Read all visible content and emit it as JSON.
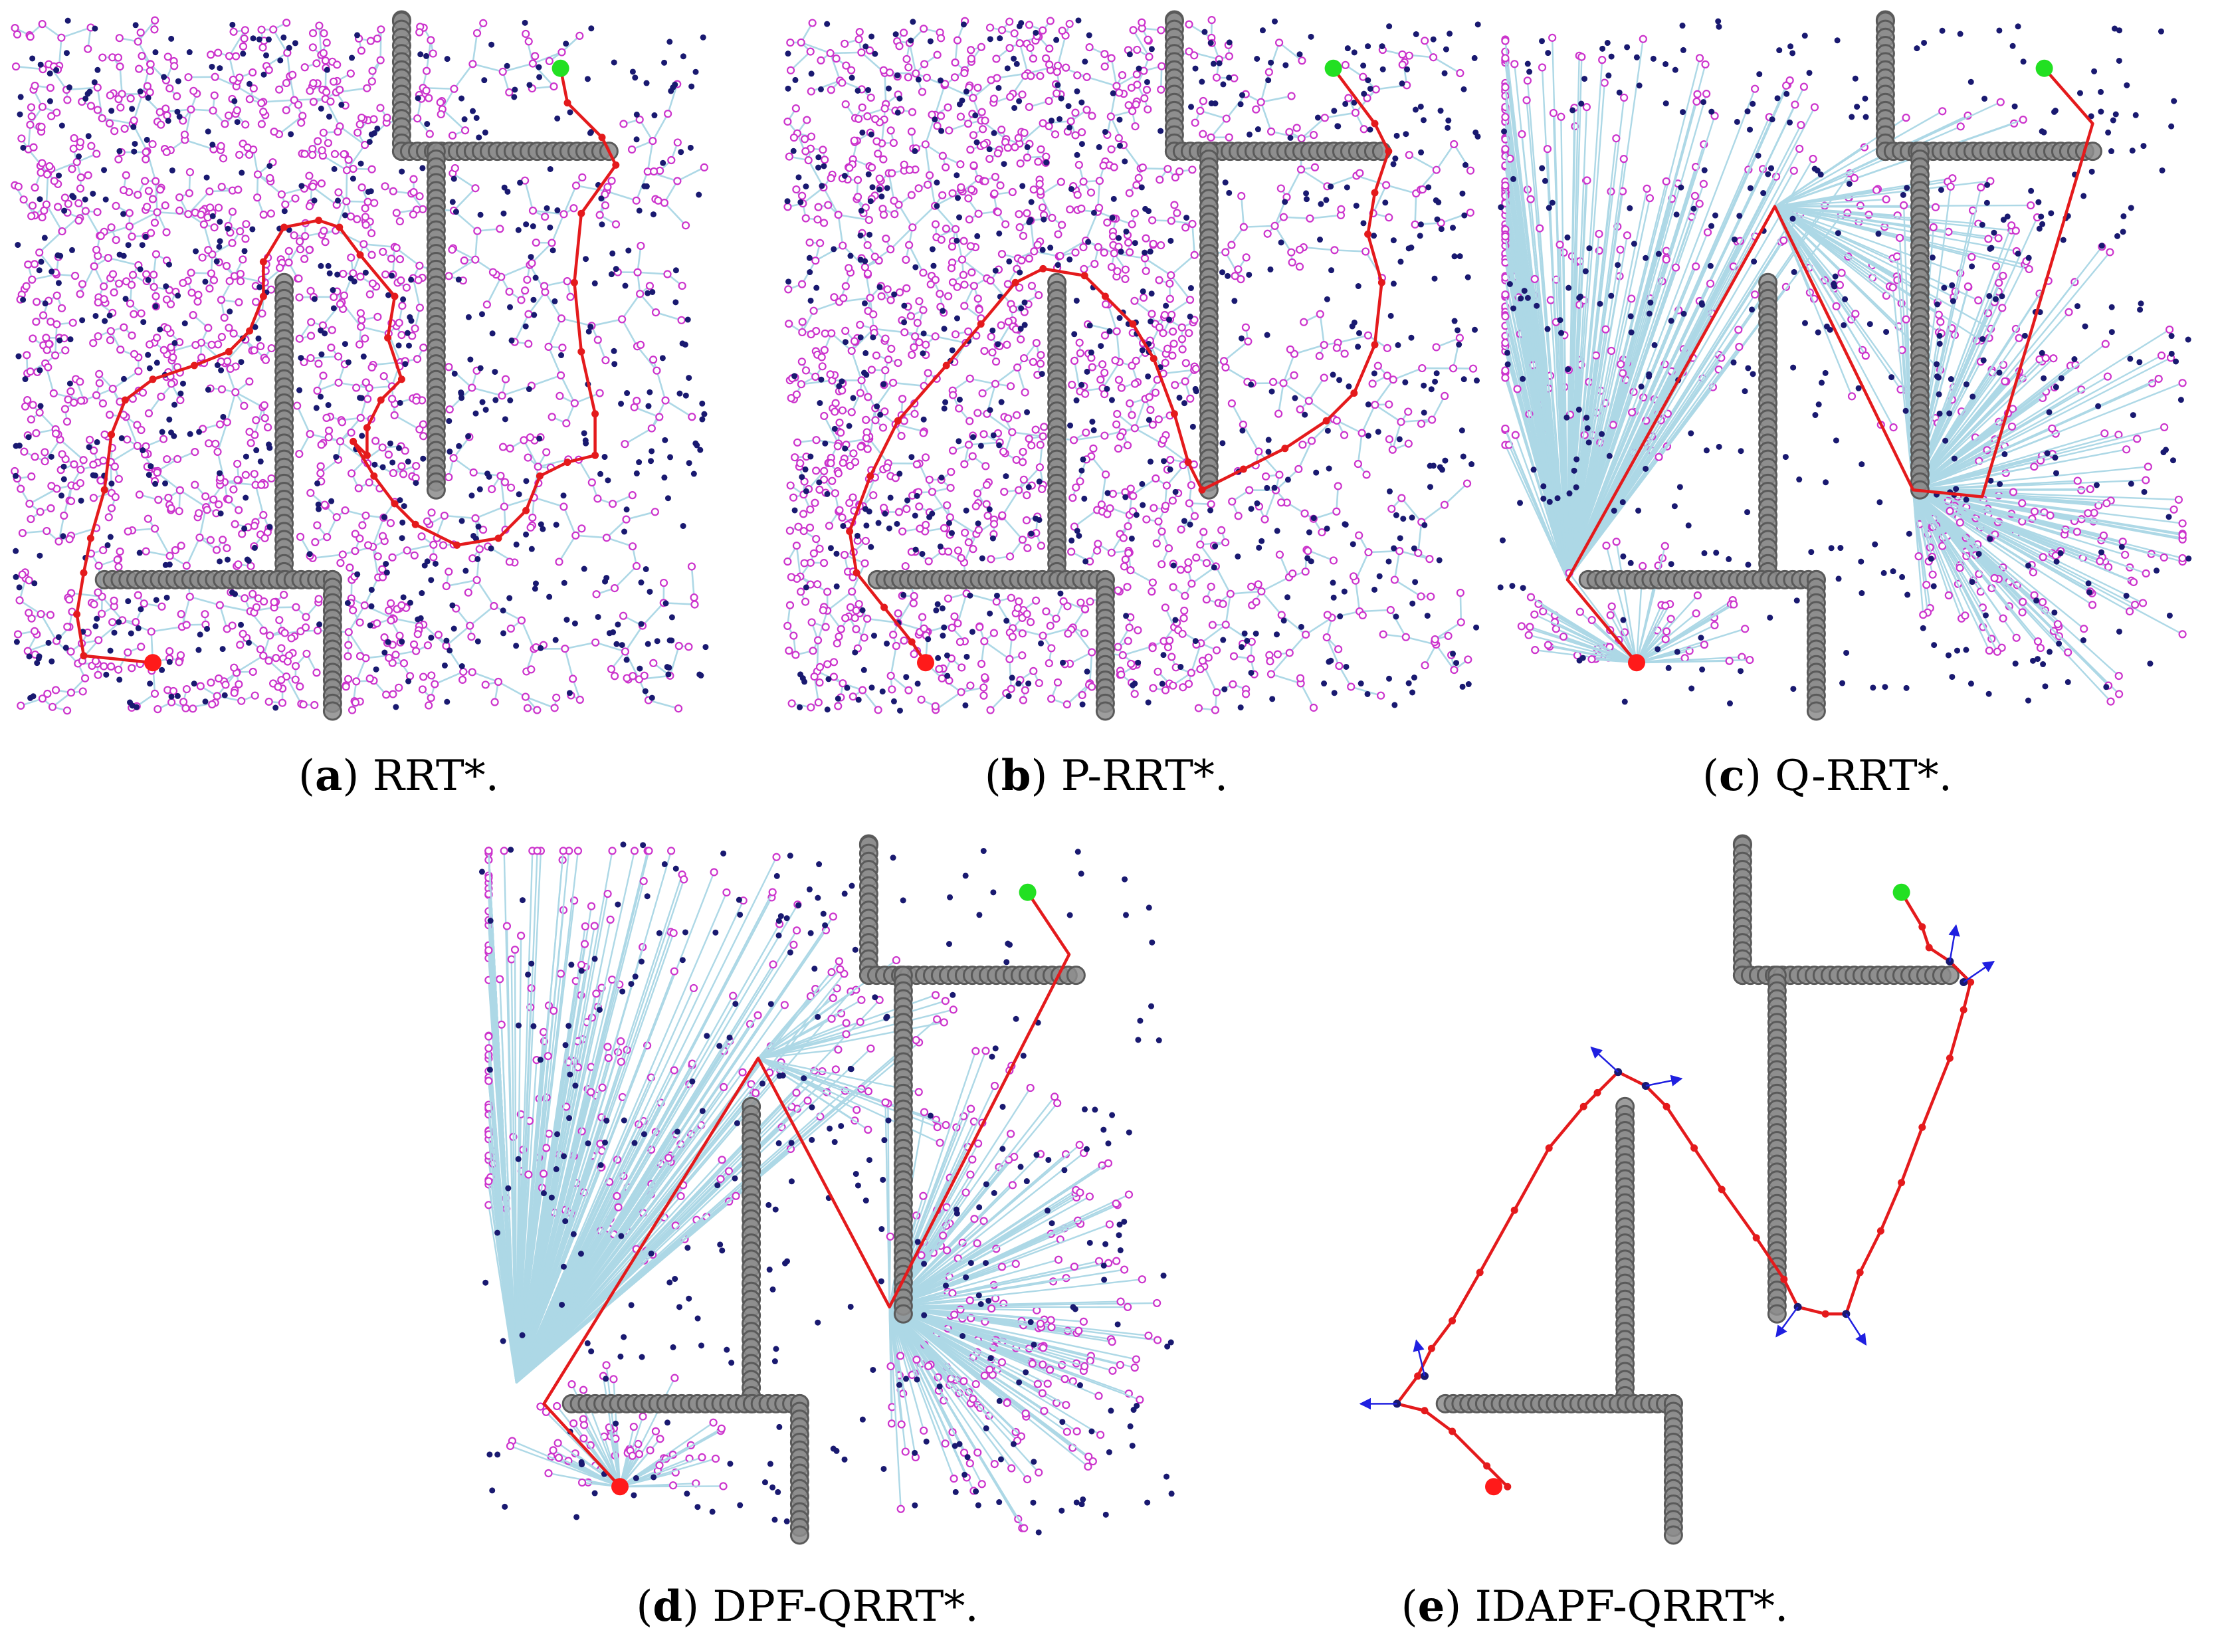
{
  "panels": [
    {
      "id": "a",
      "letter": "a",
      "title": "RRT*.",
      "tree": "random",
      "path": "winding"
    },
    {
      "id": "b",
      "letter": "b",
      "title": "P-RRT*.",
      "tree": "random",
      "path": "winding"
    },
    {
      "id": "c",
      "letter": "c",
      "title": "Q-RRT*.",
      "tree": "fan",
      "path": "straight"
    },
    {
      "id": "d",
      "letter": "d",
      "title": "DPF-QRRT*.",
      "tree": "fan",
      "path": "straight"
    },
    {
      "id": "e",
      "letter": "e",
      "title": "IDAPF-QRRT*.",
      "tree": "none",
      "path": "dense"
    }
  ],
  "colors": {
    "tree_edge": "#add8e6",
    "tree_node": "#cc33cc",
    "sample": "#191970",
    "obstacle_fill": "#8c8c8c",
    "obstacle_stroke": "#5a5a5a",
    "path": "#e41a1c",
    "start": "#ff1a1a",
    "goal": "#22e022",
    "force_arrow": "#1f1fe0"
  }
}
